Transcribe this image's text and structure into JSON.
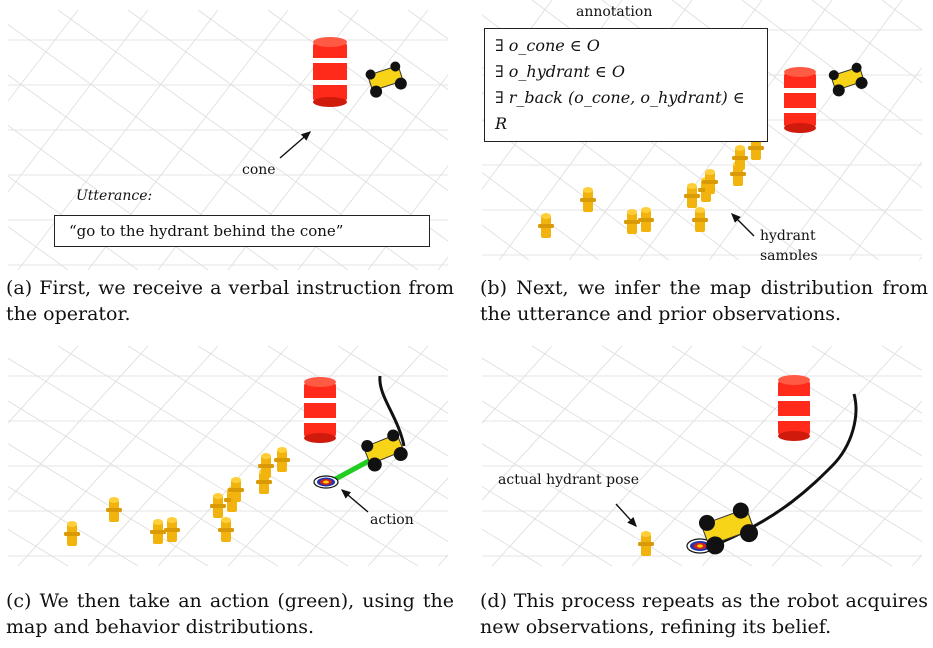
{
  "panel_a": {
    "cone_label": "cone",
    "utterance_heading": "Utterance:",
    "utterance_text": "“go to the hydrant behind the cone”",
    "caption": "(a) First, we receive a verbal instruction from the operator."
  },
  "panel_b": {
    "annotation_title": "annotation",
    "annotation_lines": [
      "∃ o_cone ∈ O",
      "∃ o_hydrant ∈ O",
      "∃ r_back (o_cone, o_hydrant) ∈ R"
    ],
    "hydrant_label_1": "hydrant",
    "hydrant_label_2": "samples",
    "caption": "(b) Next, we infer the map distribution from the utterance and prior observations."
  },
  "panel_c": {
    "action_label": "action",
    "caption": "(c) We then take an action (green), using the map and behavior distributions."
  },
  "panel_d": {
    "pose_label": "actual hydrant pose",
    "caption": "(d) This process repeats as the robot acquires new observations, refining its belief."
  },
  "colors": {
    "cone": "#ff2a1a",
    "hydrant": "#f2b40c",
    "robot": "#f7d417",
    "action": "#22cc22",
    "grid": "#dcdcdc"
  },
  "icons": [
    "traffic-cone-icon",
    "fire-hydrant-icon",
    "robot-rover-icon",
    "target-icon"
  ]
}
